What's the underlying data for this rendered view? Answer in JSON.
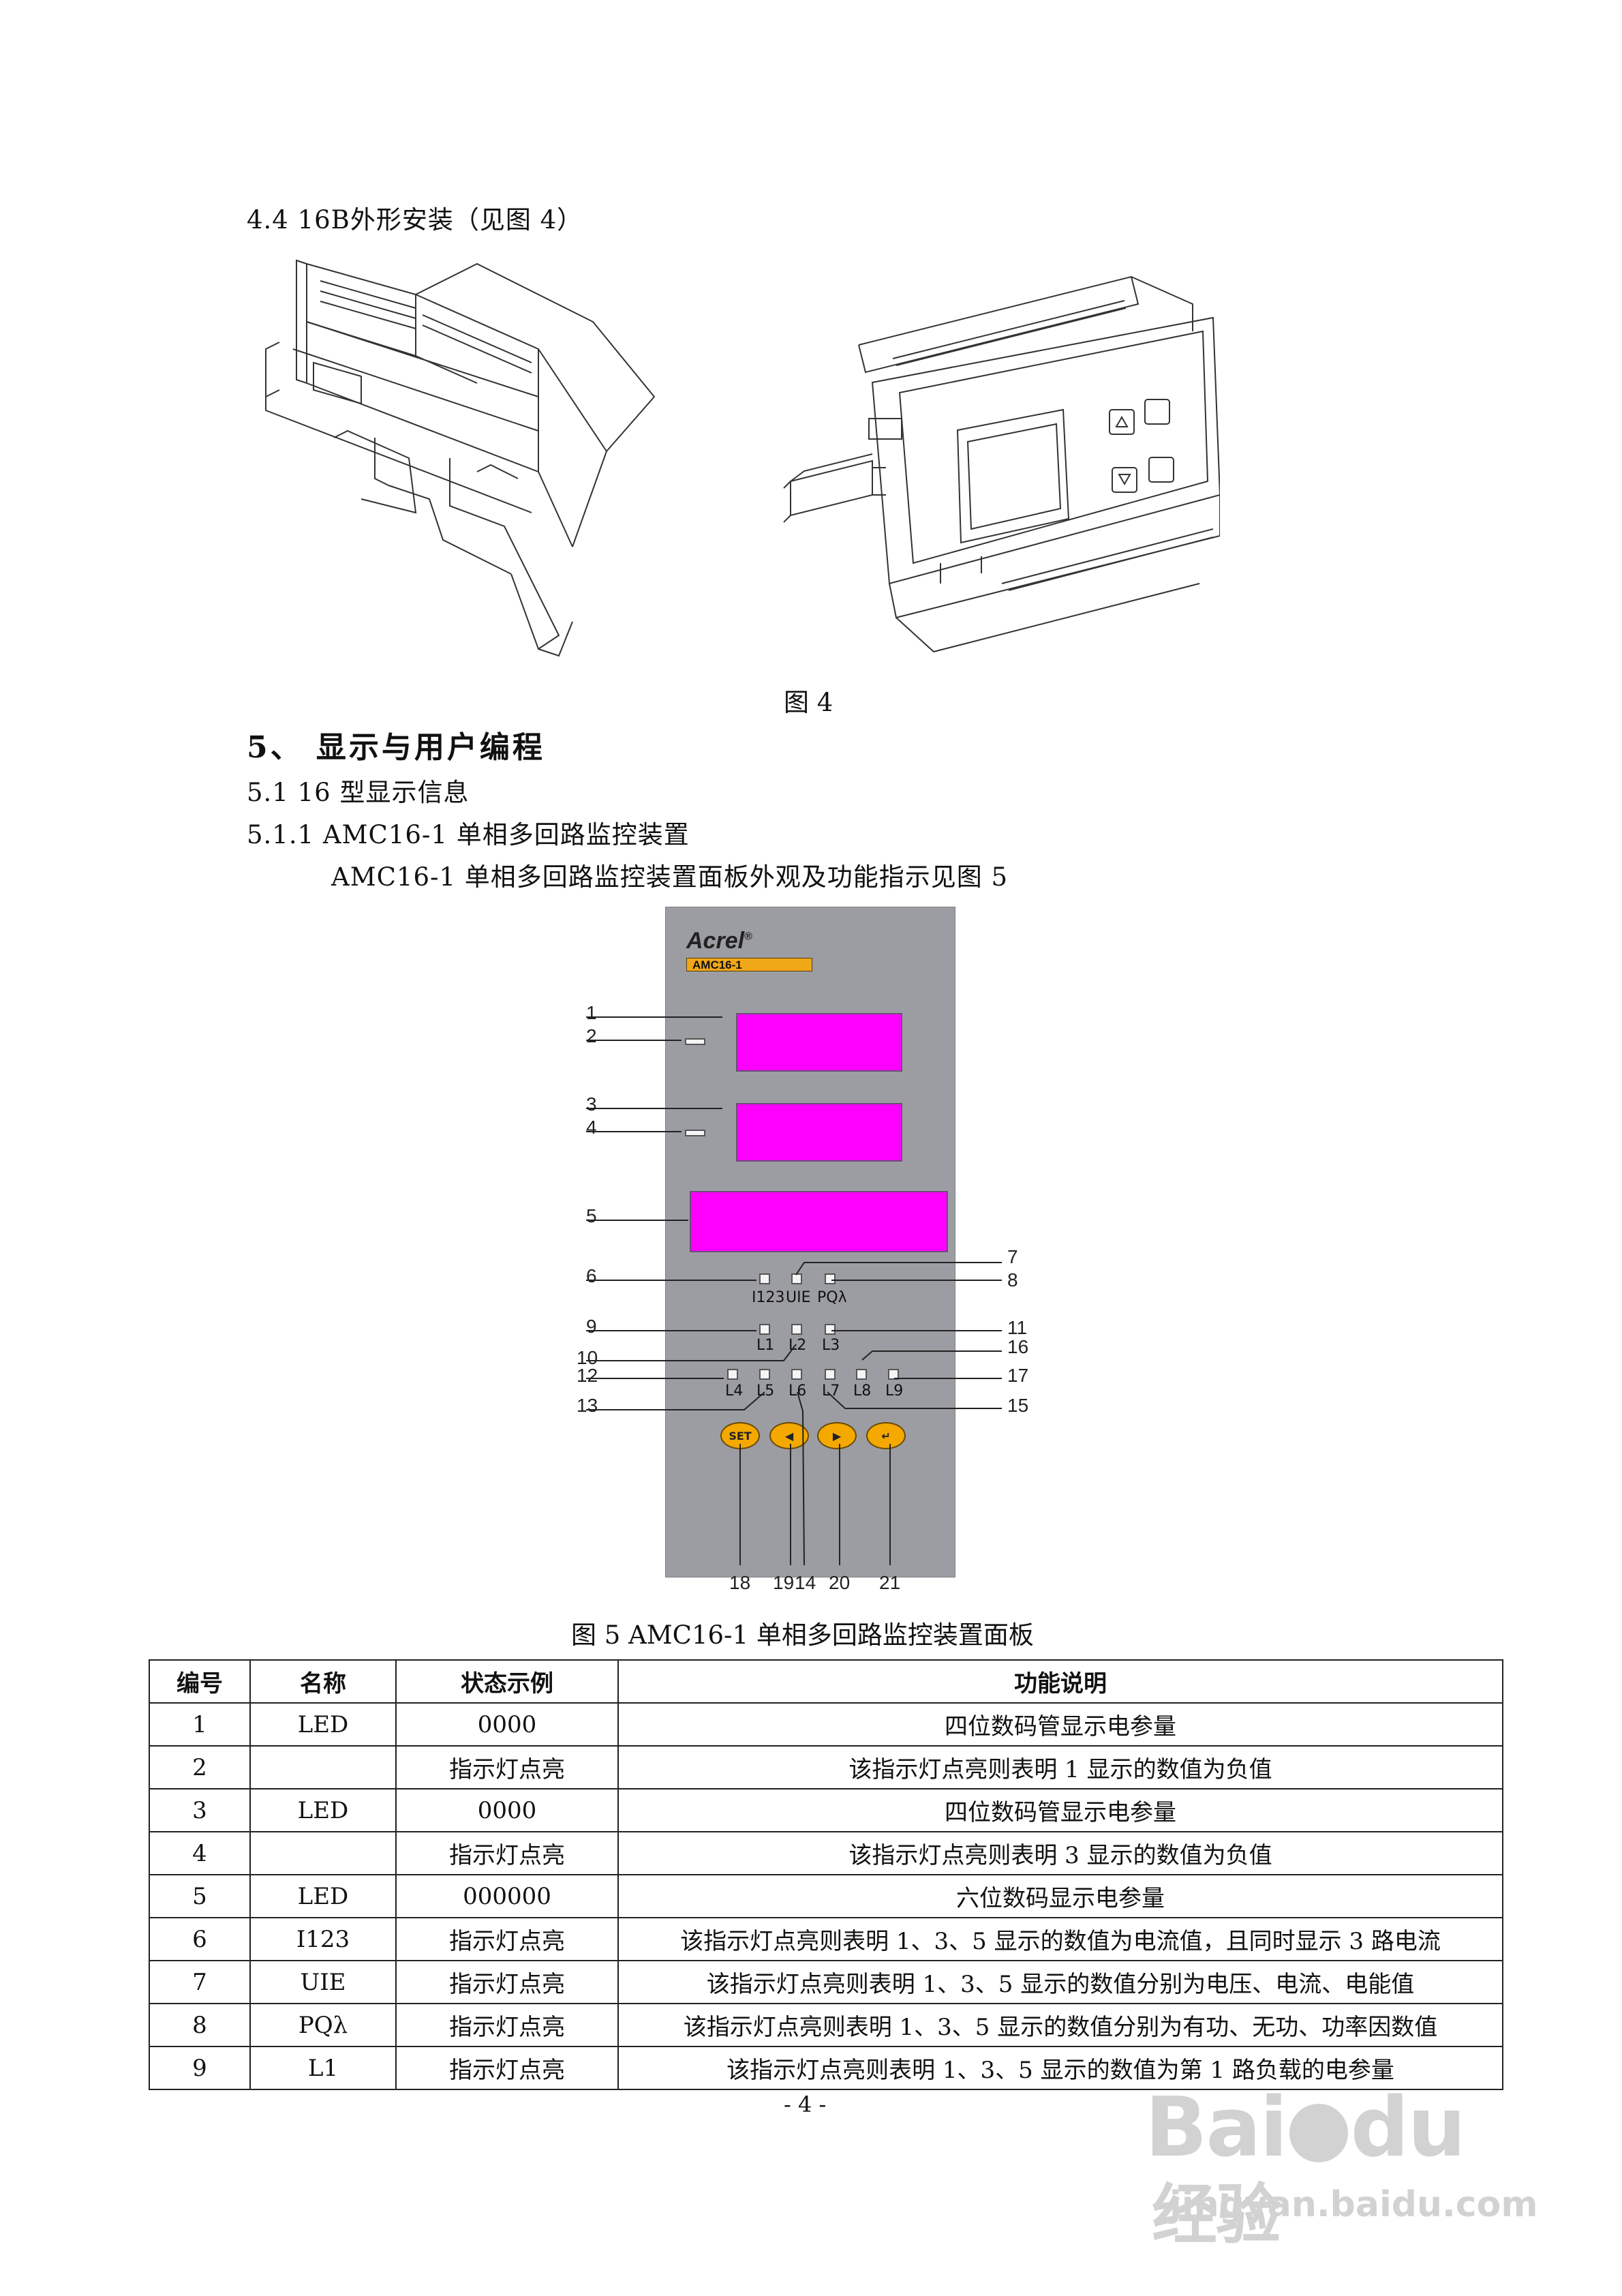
{
  "section_44_heading": "4.4 16B外形安装（见图 4）",
  "figure4_caption": "图 4",
  "section5_heading": "5、   显示与用户编程",
  "section51_heading": "5.1 16 型显示信息",
  "section511_heading": "5.1.1 AMC16-1 单相多回路监控装置",
  "section511_intro": "AMC16-1 单相多回路监控装置面板外观及功能指示见图 5",
  "panel": {
    "brand": "Acrel",
    "registered_mark": "®",
    "model": "AMC16-1",
    "ind_labels": {
      "i123": "I123",
      "uie": "UIE",
      "pq": "PQλ"
    },
    "load_labels": [
      "L1",
      "L2",
      "L3",
      "L4",
      "L5",
      "L6",
      "L7",
      "L8",
      "L9"
    ],
    "buttons": {
      "set": "SET",
      "left": "◀",
      "right": "▶",
      "enter": "↵"
    },
    "callout_numbers": [
      "1",
      "2",
      "3",
      "4",
      "5",
      "6",
      "7",
      "8",
      "9",
      "10",
      "11",
      "12",
      "13",
      "14",
      "15",
      "16",
      "17",
      "18",
      "19",
      "20",
      "21"
    ]
  },
  "figure5_caption": "图  5 AMC16-1 单相多回路监控装置面板",
  "table": {
    "headers": [
      "编号",
      "名称",
      "状态示例",
      "功能说明"
    ],
    "rows": [
      [
        "1",
        "LED",
        "0000",
        "四位数码管显示电参量"
      ],
      [
        "2",
        "",
        "指示灯点亮",
        "该指示灯点亮则表明 1 显示的数值为负值"
      ],
      [
        "3",
        "LED",
        "0000",
        "四位数码管显示电参量"
      ],
      [
        "4",
        "",
        "指示灯点亮",
        "该指示灯点亮则表明 3 显示的数值为负值"
      ],
      [
        "5",
        "LED",
        "000000",
        "六位数码显示电参量"
      ],
      [
        "6",
        "I123",
        "指示灯点亮",
        "该指示灯点亮则表明 1、3、5 显示的数值为电流值，且同时显示 3 路电流"
      ],
      [
        "7",
        "UIE",
        "指示灯点亮",
        "该指示灯点亮则表明 1、3、5 显示的数值分别为电压、电流、电能值"
      ],
      [
        "8",
        "PQλ",
        "指示灯点亮",
        "该指示灯点亮则表明 1、3、5 显示的数值分别为有功、无功、功率因数值"
      ],
      [
        "9",
        "L1",
        "指示灯点亮",
        "该指示灯点亮则表明 1、3、5 显示的数值为第 1 路负载的电参量"
      ]
    ]
  },
  "page_number": "- 4 -",
  "watermark": {
    "brand": "Bai",
    "brand2": "du",
    "suffix": "经验",
    "url": "jingyan.baidu.com"
  }
}
